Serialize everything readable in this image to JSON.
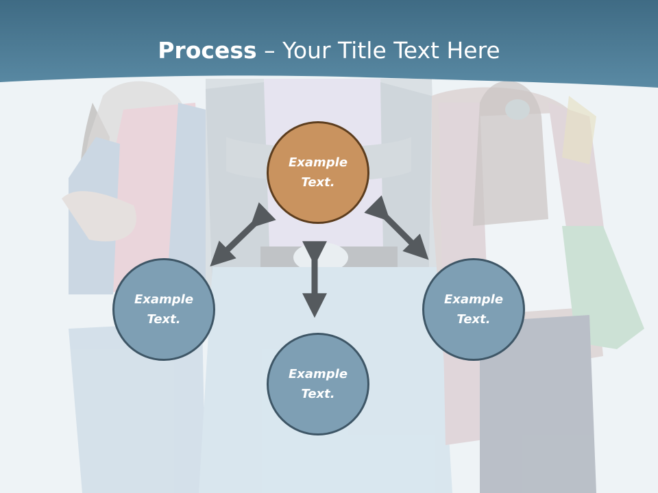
{
  "title": {
    "bold": "Process",
    "dash": " – ",
    "rest": "Your Title Text Here"
  },
  "nodes": {
    "center": "Example Text.",
    "left": "Example Text.",
    "right": "Example Text.",
    "bottom": "Example Text."
  },
  "colors": {
    "header": "#4f7f99",
    "center_fill": "#c9935f",
    "center_border": "#5c3d1e",
    "node_fill": "#7e9fb4",
    "node_border": "#3e5666",
    "arrow": "#555a5e"
  }
}
